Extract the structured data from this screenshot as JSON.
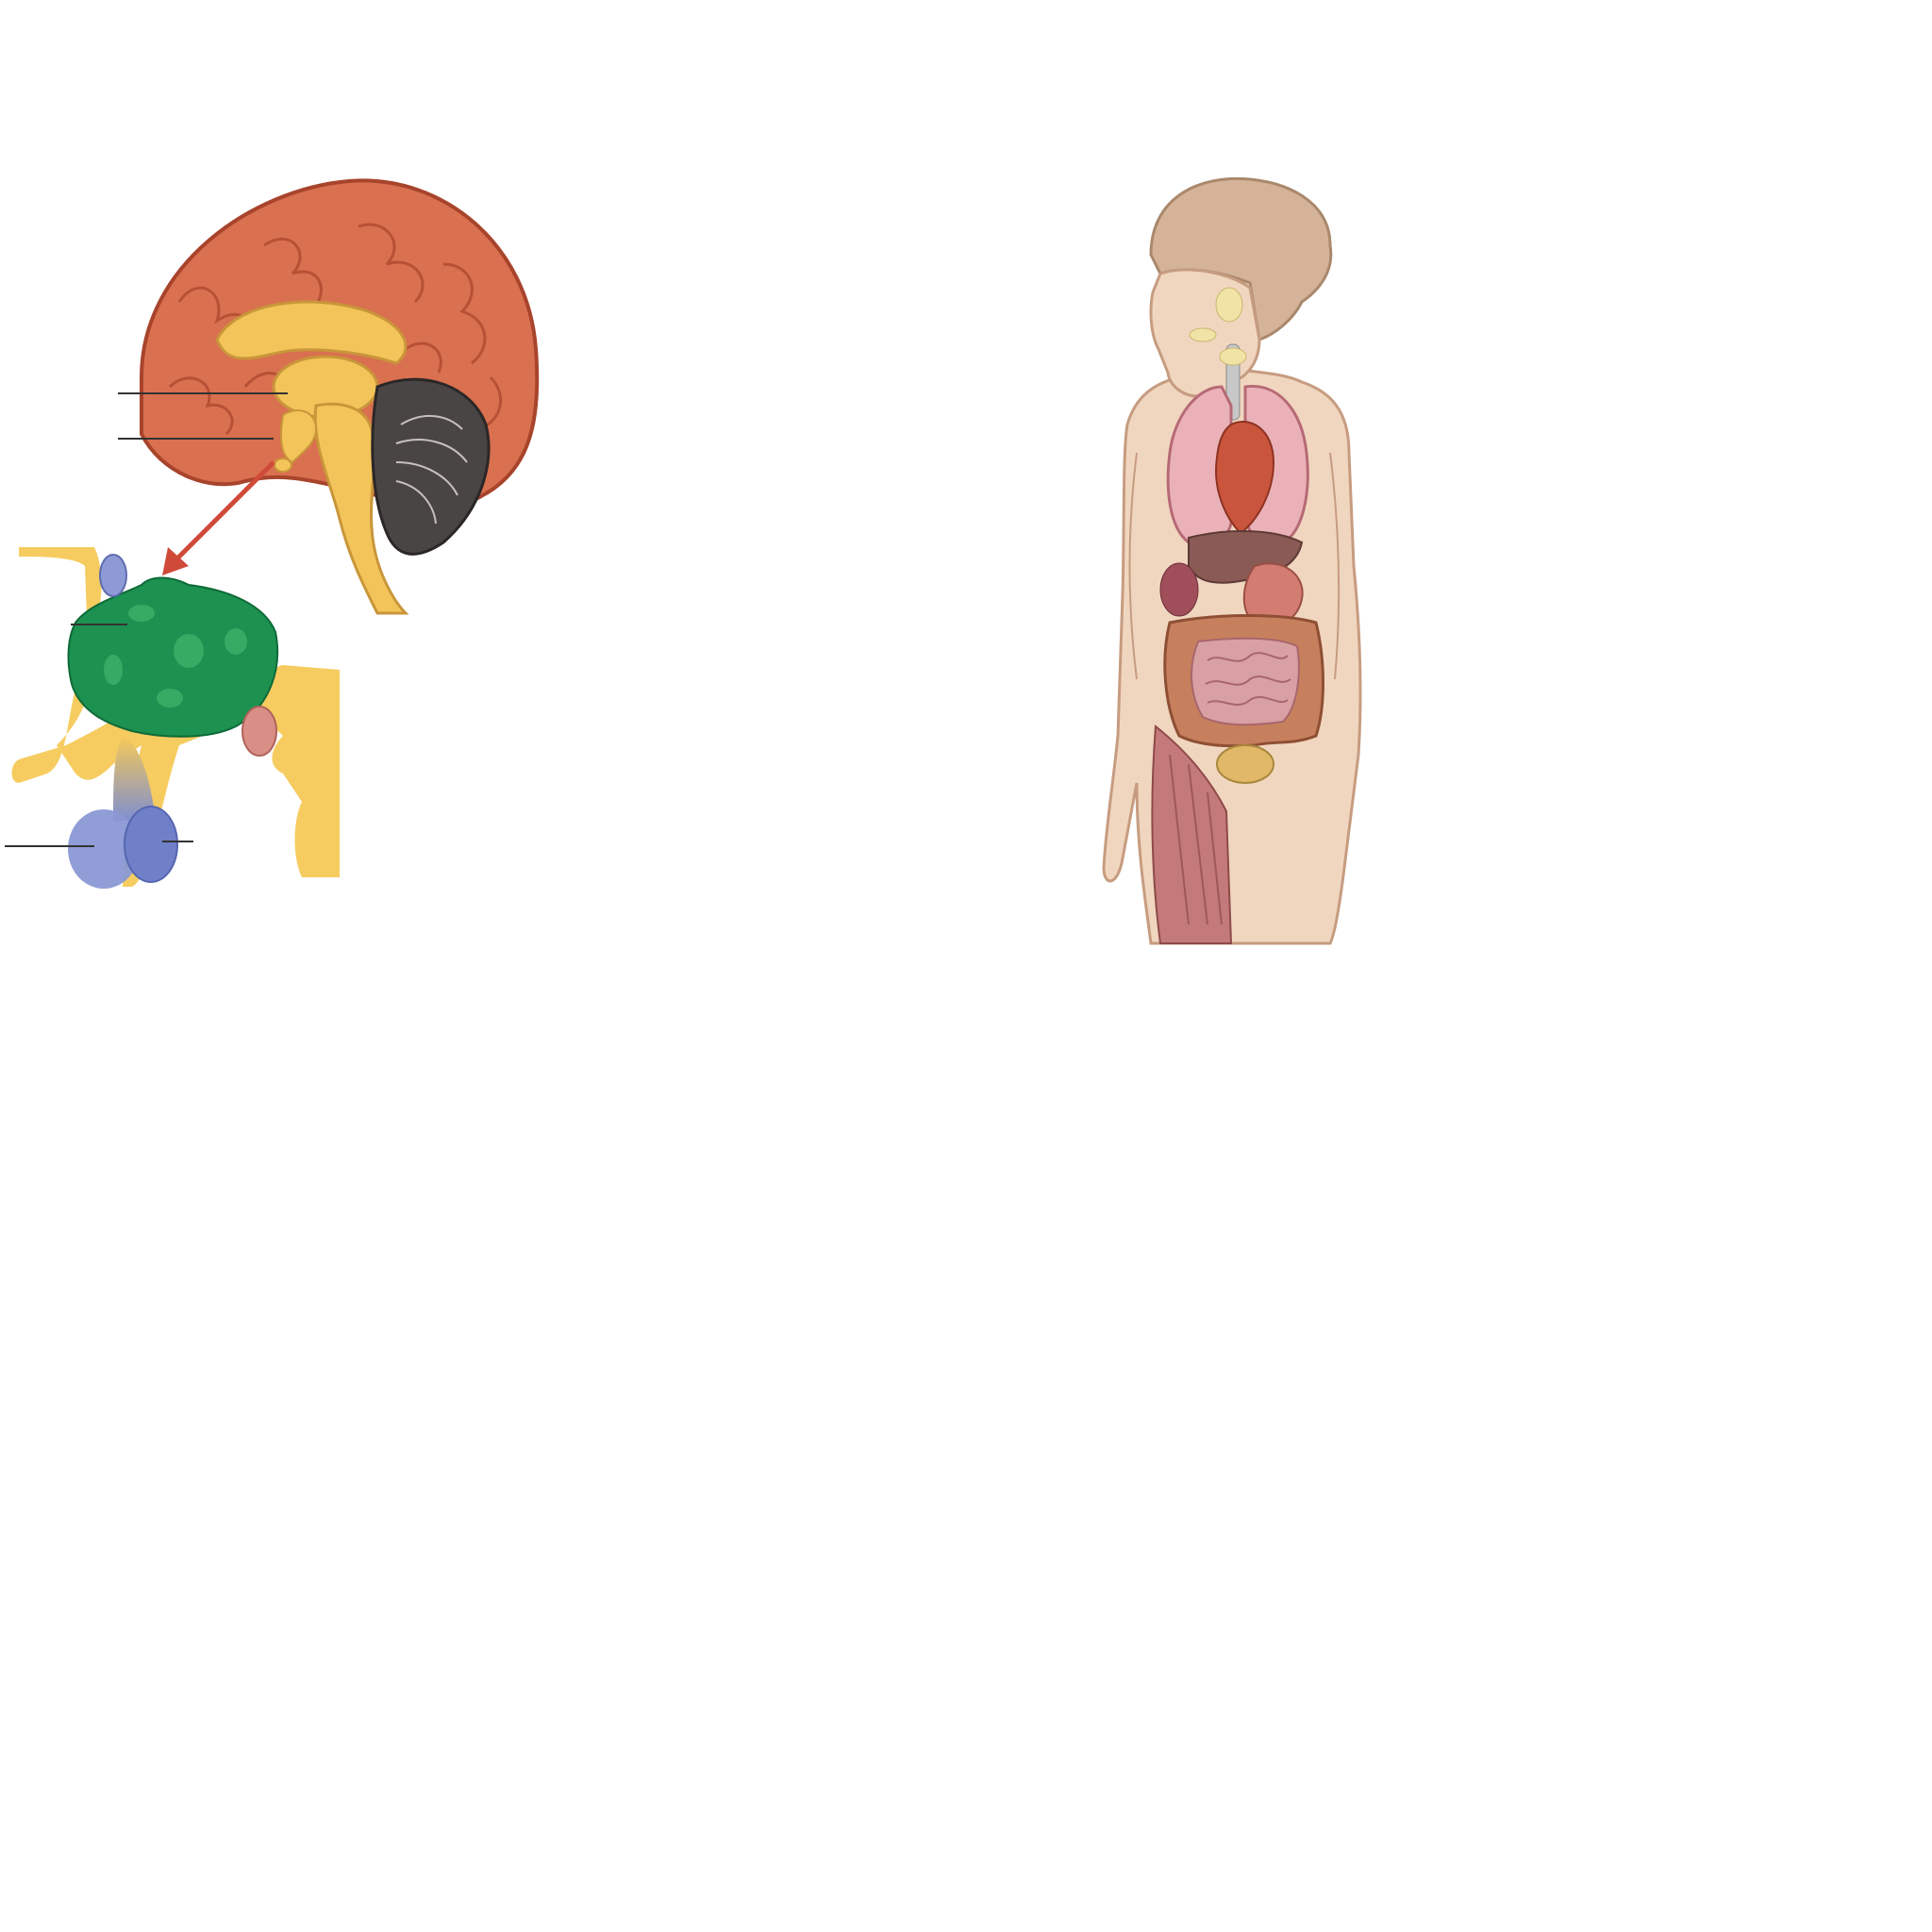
{
  "figure": {
    "brain_panel": {
      "label_lines": [
        {
          "id": "hypothalamus-leader"
        },
        {
          "id": "pituitary-stalk-leader"
        },
        {
          "id": "inset-upper-leader"
        },
        {
          "id": "inset-anterior-lobe-leader"
        },
        {
          "id": "inset-posterior-lobe-leader"
        }
      ],
      "colors": {
        "cerebrum": "#d9704f",
        "cerebrum_outline": "#a8442c",
        "brainstem": "#f3c45a",
        "cerebellum": "#4a4545",
        "hypothalamus_inset": "#1d9150",
        "pituitary": "#7f8fd0",
        "arrow": "#d04a3a"
      }
    },
    "body_panel": {
      "colors": {
        "skin": "#f1d6bf",
        "hair": "#d4b398",
        "lungs": "#eab2b8",
        "heart": "#c9553d",
        "liver": "#8a5a55",
        "intestines": "#c7805e",
        "bladder": "#e0b868",
        "glands": "#f1e3a6"
      }
    }
  }
}
